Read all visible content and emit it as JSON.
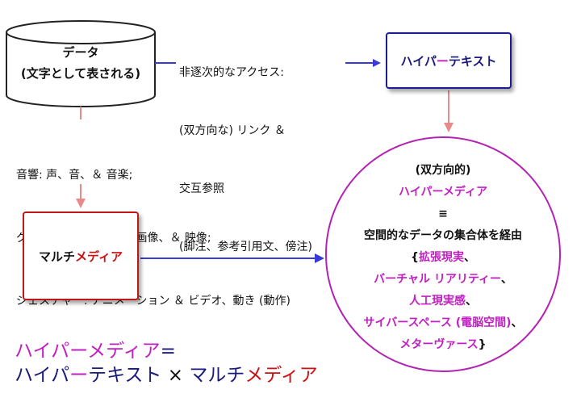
{
  "database": {
    "line1": "データ",
    "line2": "(文字として表される)"
  },
  "access": {
    "line1": "非逐次的なアクセス:",
    "line2": "(双方向な) リンク ＆",
    "line3": "交互参照",
    "line4": "(脚注、参考引用文、傍注)"
  },
  "hypertext_box": {
    "part1": "ハイパ",
    "part2": "ー",
    "part3": "テキスト"
  },
  "media": {
    "line1": "音響: 声、音、＆ 音楽;",
    "line2": "グラフィックス: 描画、画像、＆ 映像;",
    "line3": "ジェスチャー: アニメーション ＆ ビデオ、動き (動作)"
  },
  "multimedia_box": {
    "part1": "マルチ",
    "part2": "メディア"
  },
  "circle": {
    "line1": "(双方向的)",
    "line2": "ハイパーメディア",
    "line3": "≡",
    "line4": "空間的なデータの集合体を経由",
    "line5_open": "{",
    "line5": "拡張現実",
    "line5_sep": "、",
    "line6": "バーチャル リアリティー",
    "line6_sep": "、",
    "line7": "人工現実感",
    "line7_sep": "、",
    "line8": "サイバースペース (電脳空間)",
    "line8_sep": "、",
    "line9": "メターヴァース",
    "line9_close": "}"
  },
  "formula": {
    "hypermedia": "ハイパーメディア",
    "equals": "=",
    "hyper": "ハイパ",
    "dash": "ー",
    "text": "テキスト",
    "times": " × ",
    "multi": "マルチ",
    "media": "メディア"
  },
  "colors": {
    "navy": "#1a1a7a",
    "magenta": "#c21fc2",
    "red": "#cc1111",
    "arrow_blue": "#3a3ad6",
    "arrow_pink": "#e98a8a"
  }
}
